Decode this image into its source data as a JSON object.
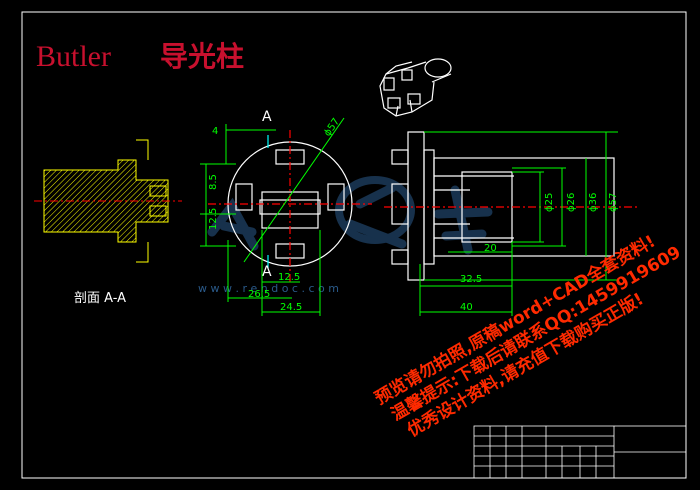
{
  "drawing": {
    "title_en": "Butler",
    "title_cn": "导光柱",
    "section_label": "剖面 A-A",
    "section_mark_top": "A",
    "section_mark_bottom": "A",
    "watermark_url": "w w w . r e n d o c . c o m",
    "watermark_lines": [
      "预览请勿拍照,原稿word+CAD全套资料!",
      "温馨提示:下载后请联系QQ:1459919609",
      "优秀设计资料,请充值下载购买正版!"
    ]
  },
  "dimensions": {
    "front": {
      "d57": "ϕ57",
      "w4": "4",
      "h8_5": "8.5",
      "h12_5": "12.5",
      "w12_5": "12.5",
      "w26_5": "26.5",
      "w24_5": "24.5"
    },
    "side": {
      "d25": "ϕ25",
      "d26": "ϕ26",
      "d36": "ϕ36",
      "d57": "ϕ57",
      "l20": "20",
      "l32_5": "32.5",
      "l40": "40"
    }
  },
  "colors": {
    "background": "#000000",
    "outline": "#ffffff",
    "dimension": "#00ff00",
    "hatch": "#ffff00",
    "center_line": "#ff0000",
    "title": "#c8102e",
    "watermark": "#ff2a00",
    "logo_watermark": "#2a5a8a",
    "section_mark": "#00ffff"
  }
}
